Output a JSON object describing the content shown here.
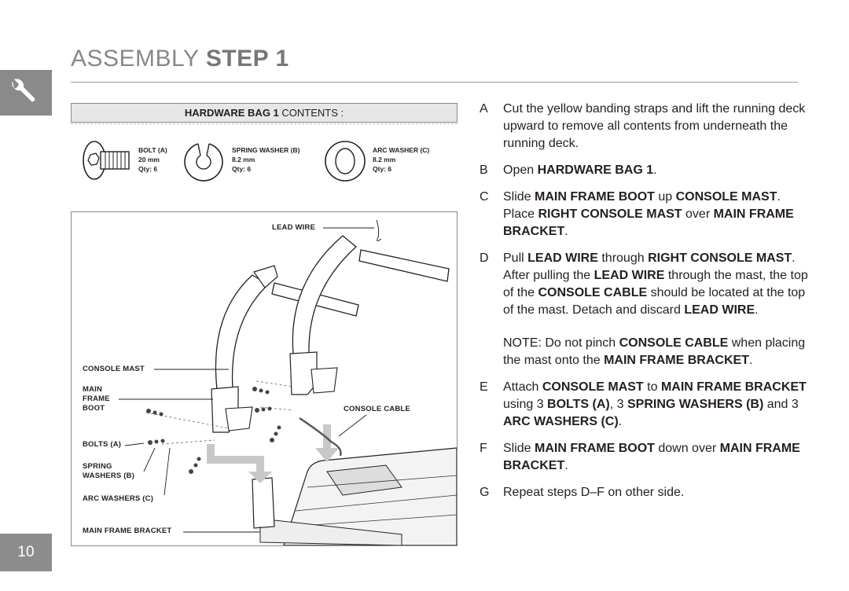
{
  "header": {
    "title_light": "ASSEMBLY",
    "title_bold": "STEP 1"
  },
  "page_number": "10",
  "tab_icon": "wrench-icon",
  "hardware_bag": {
    "title_bold": "HARDWARE BAG 1",
    "title_rest": " CONTENTS :",
    "parts": [
      {
        "name": "BOLT (A)",
        "size": "20 mm",
        "qty": "Qty: 6"
      },
      {
        "name": "SPRING WASHER (B)",
        "size": "8.2 mm",
        "qty": "Qty: 6"
      },
      {
        "name": "ARC WASHER (C)",
        "size": "8.2 mm",
        "qty": "Qty: 6"
      }
    ]
  },
  "diagram": {
    "callouts": {
      "lead_wire": "LEAD WIRE",
      "console_mast": "CONSOLE MAST",
      "main_frame_boot_1": "MAIN",
      "main_frame_boot_2": "FRAME",
      "main_frame_boot_3": "BOOT",
      "console_cable": "CONSOLE CABLE",
      "bolts_a": "BOLTS (A)",
      "spring_washers_1": "SPRING",
      "spring_washers_2": "WASHERS (B)",
      "arc_washers": "ARC WASHERS (C)",
      "main_frame_bracket": "MAIN FRAME BRACKET"
    }
  },
  "steps": [
    {
      "letter": "A",
      "html": "Cut the yellow banding straps and lift the running deck upward to remove all contents from underneath the running deck."
    },
    {
      "letter": "B",
      "html": "Open <b>HARDWARE BAG 1</b>."
    },
    {
      "letter": "C",
      "html": "Slide <b>MAIN FRAME BOOT</b> up <b>CONSOLE MAST</b>. Place <b>RIGHT CONSOLE MAST</b> over <b>MAIN FRAME BRACKET</b>."
    },
    {
      "letter": "D",
      "html": "Pull <b>LEAD WIRE</b> through <b>RIGHT CONSOLE MAST</b>. After pulling the <b>LEAD WIRE</b> through the mast, the top of the <b>CONSOLE CABLE</b> should be located at the top of the mast. Detach and discard <b>LEAD WIRE</b>."
    },
    {
      "letter": "",
      "html": "NOTE: Do not pinch <b>CONSOLE CABLE</b> when placing the mast onto the <b>MAIN FRAME BRACKET</b>.",
      "note": true
    },
    {
      "letter": "E",
      "html": "Attach <b>CONSOLE MAST</b> to <b>MAIN FRAME BRACKET</b> using 3 <b>BOLTS (A)</b>, 3 <b>SPRING WASHERS (B)</b> and 3 <b>ARC WASHERS (C)</b>."
    },
    {
      "letter": "F",
      "html": "Slide <b>MAIN FRAME BOOT</b> down over <b>MAIN FRAME BRACKET</b>."
    },
    {
      "letter": "G",
      "html": "Repeat steps D–F on other side."
    }
  ]
}
